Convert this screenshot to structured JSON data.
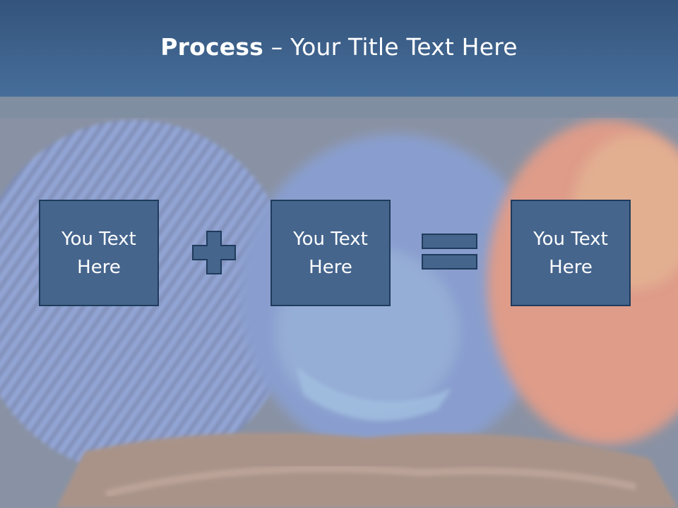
{
  "header": {
    "title_bold": "Process",
    "title_rest": " – Your Title Text Here",
    "color": "#3e6189"
  },
  "boxes": [
    {
      "label": "You Text Here"
    },
    {
      "label": "You Text Here"
    },
    {
      "label": "You Text Here"
    }
  ],
  "operators": [
    "plus-icon",
    "equals-icon"
  ],
  "colors": {
    "box_fill": "#45658d",
    "box_border": "#1f3b5c",
    "text": "#ffffff"
  }
}
